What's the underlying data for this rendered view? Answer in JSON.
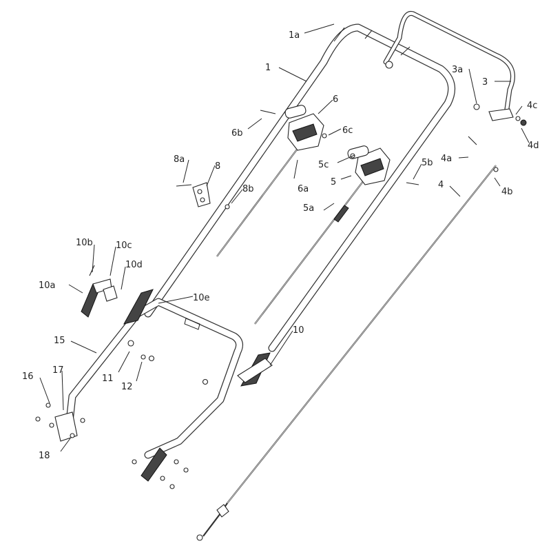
{
  "labels": {
    "l_1a": "1a",
    "l_1": "1",
    "l_3a": "3a",
    "l_3": "3",
    "l_4c": "4c",
    "l_4d": "4d",
    "l_4a": "4a",
    "l_4b": "4b",
    "l_4": "4",
    "l_6": "6",
    "l_6b": "6b",
    "l_6c": "6c",
    "l_6a": "6a",
    "l_5c": "5c",
    "l_5b": "5b",
    "l_5": "5",
    "l_5a": "5a",
    "l_8a": "8a",
    "l_8": "8",
    "l_8b": "8b",
    "l_10b": "10b",
    "l_10c": "10c",
    "l_10d": "10d",
    "l_10a": "10a",
    "l_10e": "10e",
    "l_10": "10",
    "l_15": "15",
    "l_16": "16",
    "l_17": "17",
    "l_11": "11",
    "l_12": "12",
    "l_18": "18"
  }
}
